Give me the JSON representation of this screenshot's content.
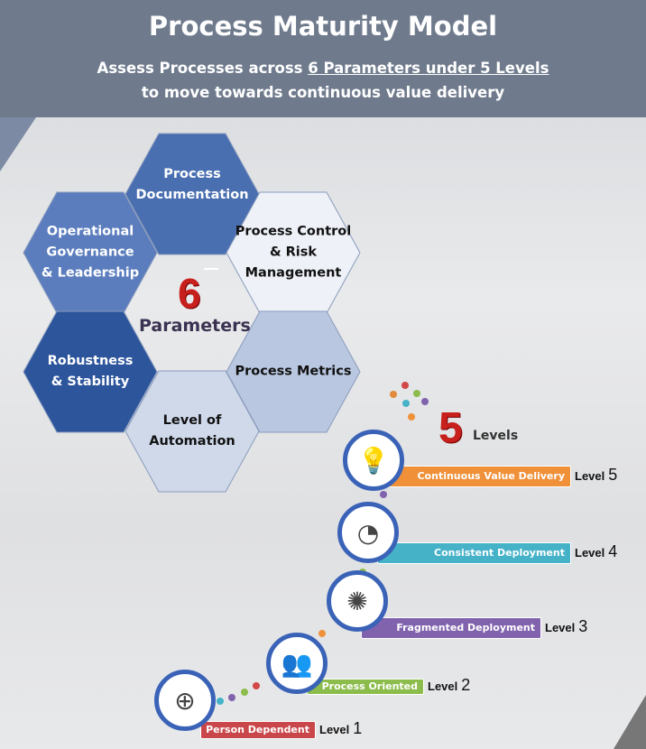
{
  "header": {
    "title": "Process Maturity Model",
    "subtitle_pre": "Assess Processes across ",
    "subtitle_underlined": "6 Parameters under 5 Levels",
    "subtitle_line2": "to move towards continuous value delivery"
  },
  "parameters": {
    "count": "6",
    "label": "Parameters",
    "items": [
      {
        "l1": "Process",
        "l2": "Documentation",
        "l3": "",
        "color": "#4a6fb0"
      },
      {
        "l1": "Operational",
        "l2": "Governance",
        "l3": "& Leadership",
        "color": "#5b7dbd"
      },
      {
        "l1": "Process Control",
        "l2": "& Risk",
        "l3": "Management",
        "color": "#eef1f7"
      },
      {
        "l1": "Robustness",
        "l2": "& Stability",
        "l3": "",
        "color": "#2d559c"
      },
      {
        "l1": "Process Metrics",
        "l2": "",
        "l3": "",
        "color": "#b9c7e0"
      },
      {
        "l1": "Level of",
        "l2": "Automation",
        "l3": "",
        "color": "#cfd9ea"
      }
    ]
  },
  "levels": {
    "count": "5",
    "label": "Levels",
    "level_word": "Level",
    "items": [
      {
        "num": "5",
        "name": "Continuous Value Delivery",
        "color": "#f0913a",
        "icon": "value-delivery-icon"
      },
      {
        "num": "4",
        "name": "Consistent Deployment",
        "color": "#45b2c8",
        "icon": "gauge-icon"
      },
      {
        "num": "3",
        "name": "Fragmented Deployment",
        "color": "#8062ad",
        "icon": "network-swirl-icon"
      },
      {
        "num": "2",
        "name": "Process Oriented",
        "color": "#8cbc4b",
        "icon": "people-icon"
      },
      {
        "num": "1",
        "name": "Person Dependent",
        "color": "#c9474a",
        "icon": "person-target-icon"
      }
    ]
  }
}
